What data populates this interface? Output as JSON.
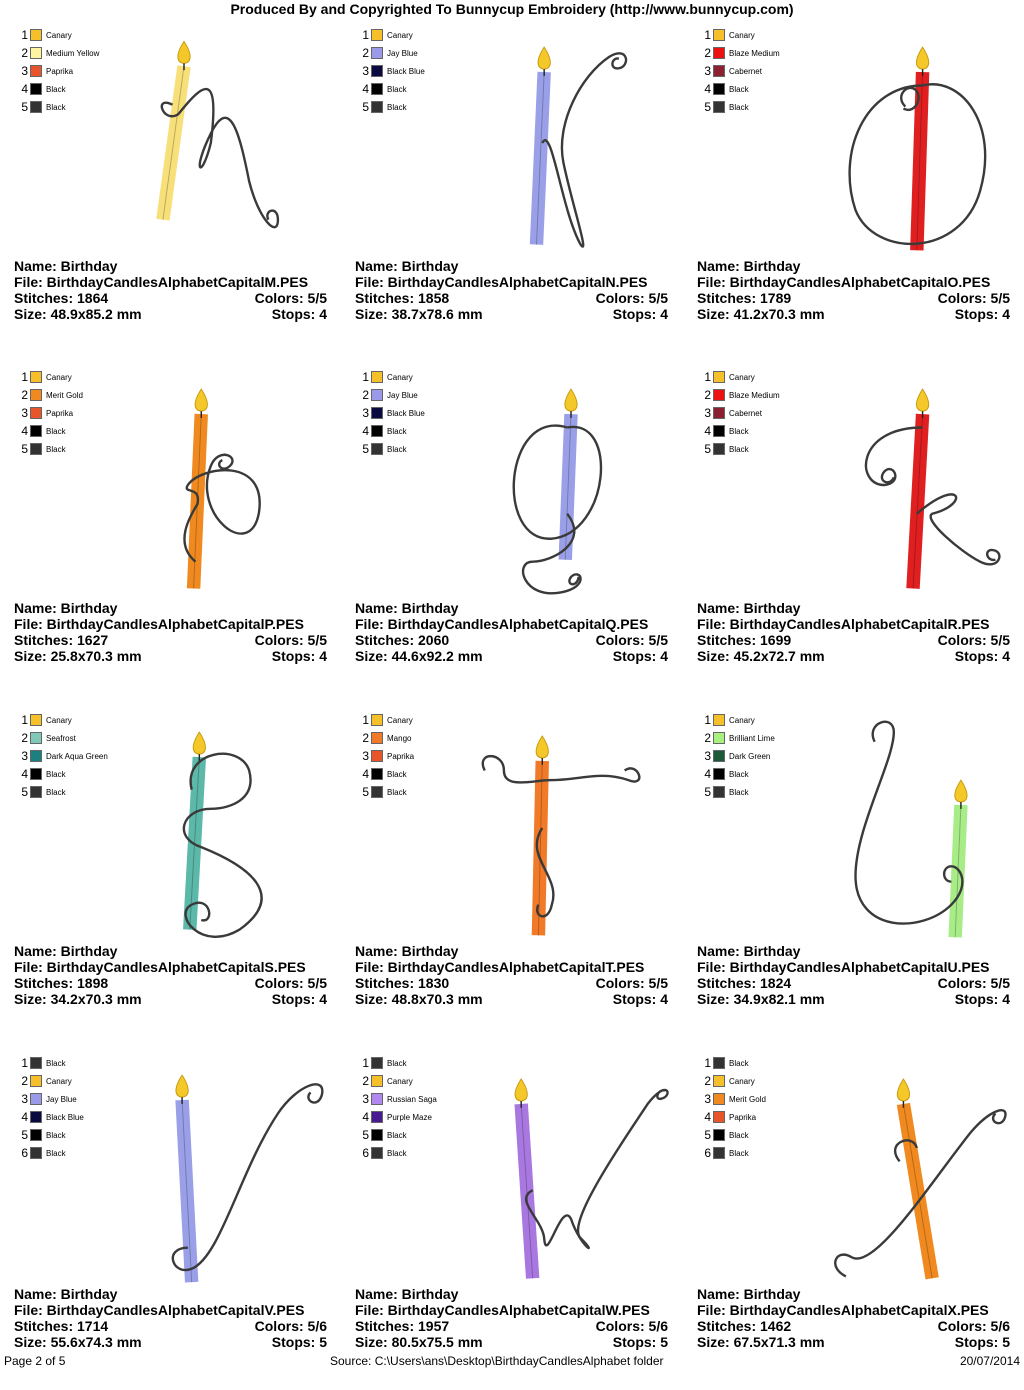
{
  "header": "Produced By and Copyrighted To Bunnycup Embroidery (http://www.bunnycup.com)",
  "footer": {
    "page": "Page 2 of 5",
    "source": "Source: C:\\Users\\ans\\Desktop\\BirthdayCandlesAlphabet folder",
    "date": "20/07/2014"
  },
  "designs": [
    {
      "letter": "M",
      "name": "Name: Birthday",
      "file": "File: BirthdayCandlesAlphabetCapitalM.PES",
      "stitches": "Stitches: 1864",
      "colors": "Colors: 5/5",
      "size": "Size: 48.9x85.2 mm",
      "stops": "Stops: 4",
      "candle_color": "#f7e07a",
      "legend": [
        {
          "n": "1",
          "name": "Canary",
          "hex": "#f5c02a"
        },
        {
          "n": "2",
          "name": "Medium Yellow",
          "hex": "#fff4a0"
        },
        {
          "n": "3",
          "name": "Paprika",
          "hex": "#e8552a"
        },
        {
          "n": "4",
          "name": "Black",
          "hex": "#000000"
        },
        {
          "n": "5",
          "name": "Black",
          "hex": "#333333"
        }
      ]
    },
    {
      "letter": "N",
      "name": "Name: Birthday",
      "file": "File: BirthdayCandlesAlphabetCapitalN.PES",
      "stitches": "Stitches: 1858",
      "colors": "Colors: 5/5",
      "size": "Size: 38.7x78.6 mm",
      "stops": "Stops: 4",
      "candle_color": "#9aa0e8",
      "legend": [
        {
          "n": "1",
          "name": "Canary",
          "hex": "#f5c02a"
        },
        {
          "n": "2",
          "name": "Jay Blue",
          "hex": "#9a9ae8"
        },
        {
          "n": "3",
          "name": "Black Blue",
          "hex": "#0a0a40"
        },
        {
          "n": "4",
          "name": "Black",
          "hex": "#000000"
        },
        {
          "n": "5",
          "name": "Black",
          "hex": "#333333"
        }
      ]
    },
    {
      "letter": "O",
      "name": "Name: Birthday",
      "file": "File: BirthdayCandlesAlphabetCapitalO.PES",
      "stitches": "Stitches: 1789",
      "colors": "Colors: 5/5",
      "size": "Size: 41.2x70.3 mm",
      "stops": "Stops: 4",
      "candle_color": "#e02020",
      "legend": [
        {
          "n": "1",
          "name": "Canary",
          "hex": "#f5c02a"
        },
        {
          "n": "2",
          "name": "Blaze Medium",
          "hex": "#ee1111"
        },
        {
          "n": "3",
          "name": "Cabernet",
          "hex": "#8a2030"
        },
        {
          "n": "4",
          "name": "Black",
          "hex": "#000000"
        },
        {
          "n": "5",
          "name": "Black",
          "hex": "#333333"
        }
      ]
    },
    {
      "letter": "P",
      "name": "Name: Birthday",
      "file": "File: BirthdayCandlesAlphabetCapitalP.PES",
      "stitches": "Stitches: 1627",
      "colors": "Colors: 5/5",
      "size": "Size: 25.8x70.3 mm",
      "stops": "Stops: 4",
      "candle_color": "#f08a20",
      "legend": [
        {
          "n": "1",
          "name": "Canary",
          "hex": "#f5c02a"
        },
        {
          "n": "2",
          "name": "Merit Gold",
          "hex": "#f08a20"
        },
        {
          "n": "3",
          "name": "Paprika",
          "hex": "#e8552a"
        },
        {
          "n": "4",
          "name": "Black",
          "hex": "#000000"
        },
        {
          "n": "5",
          "name": "Black",
          "hex": "#333333"
        }
      ]
    },
    {
      "letter": "Q",
      "name": "Name: Birthday",
      "file": "File: BirthdayCandlesAlphabetCapitalQ.PES",
      "stitches": "Stitches: 2060",
      "colors": "Colors: 5/5",
      "size": "Size: 44.6x92.2 mm",
      "stops": "Stops: 4",
      "candle_color": "#9aa0e8",
      "legend": [
        {
          "n": "1",
          "name": "Canary",
          "hex": "#f5c02a"
        },
        {
          "n": "2",
          "name": "Jay Blue",
          "hex": "#9a9ae8"
        },
        {
          "n": "3",
          "name": "Black Blue",
          "hex": "#0a0a40"
        },
        {
          "n": "4",
          "name": "Black",
          "hex": "#000000"
        },
        {
          "n": "5",
          "name": "Black",
          "hex": "#333333"
        }
      ]
    },
    {
      "letter": "R",
      "name": "Name: Birthday",
      "file": "File: BirthdayCandlesAlphabetCapitalR.PES",
      "stitches": "Stitches: 1699",
      "colors": "Colors: 5/5",
      "size": "Size: 45.2x72.7 mm",
      "stops": "Stops: 4",
      "candle_color": "#e02020",
      "legend": [
        {
          "n": "1",
          "name": "Canary",
          "hex": "#f5c02a"
        },
        {
          "n": "2",
          "name": "Blaze Medium",
          "hex": "#ee1111"
        },
        {
          "n": "3",
          "name": "Cabernet",
          "hex": "#8a2030"
        },
        {
          "n": "4",
          "name": "Black",
          "hex": "#000000"
        },
        {
          "n": "5",
          "name": "Black",
          "hex": "#333333"
        }
      ]
    },
    {
      "letter": "S",
      "name": "Name: Birthday",
      "file": "File: BirthdayCandlesAlphabetCapitalS.PES",
      "stitches": "Stitches: 1898",
      "colors": "Colors: 5/5",
      "size": "Size: 34.2x70.3 mm",
      "stops": "Stops: 4",
      "candle_color": "#5cb8a8",
      "legend": [
        {
          "n": "1",
          "name": "Canary",
          "hex": "#f5c02a"
        },
        {
          "n": "2",
          "name": "Seafrost",
          "hex": "#80c8b8"
        },
        {
          "n": "3",
          "name": "Dark Aqua Green",
          "hex": "#1a8080"
        },
        {
          "n": "4",
          "name": "Black",
          "hex": "#000000"
        },
        {
          "n": "5",
          "name": "Black",
          "hex": "#333333"
        }
      ]
    },
    {
      "letter": "T",
      "name": "Name: Birthday",
      "file": "File: BirthdayCandlesAlphabetCapitalT.PES",
      "stitches": "Stitches: 1830",
      "colors": "Colors: 5/5",
      "size": "Size: 48.8x70.3 mm",
      "stops": "Stops: 4",
      "candle_color": "#f07a28",
      "legend": [
        {
          "n": "1",
          "name": "Canary",
          "hex": "#f5c02a"
        },
        {
          "n": "2",
          "name": "Mango",
          "hex": "#f07a28"
        },
        {
          "n": "3",
          "name": "Paprika",
          "hex": "#e8552a"
        },
        {
          "n": "4",
          "name": "Black",
          "hex": "#000000"
        },
        {
          "n": "5",
          "name": "Black",
          "hex": "#333333"
        }
      ]
    },
    {
      "letter": "U",
      "name": "Name: Birthday",
      "file": "File: BirthdayCandlesAlphabetCapitalU.PES",
      "stitches": "Stitches: 1824",
      "colors": "Colors: 5/5",
      "size": "Size: 34.9x82.1 mm",
      "stops": "Stops: 4",
      "candle_color": "#a8ec88",
      "legend": [
        {
          "n": "1",
          "name": "Canary",
          "hex": "#f5c02a"
        },
        {
          "n": "2",
          "name": "Brilliant Lime",
          "hex": "#a8f080"
        },
        {
          "n": "3",
          "name": "Dark Green",
          "hex": "#1a5a38"
        },
        {
          "n": "4",
          "name": "Black",
          "hex": "#000000"
        },
        {
          "n": "5",
          "name": "Black",
          "hex": "#333333"
        }
      ]
    },
    {
      "letter": "V",
      "name": "Name: Birthday",
      "file": "File: BirthdayCandlesAlphabetCapitalV.PES",
      "stitches": "Stitches: 1714",
      "colors": "Colors: 5/6",
      "size": "Size: 55.6x74.3 mm",
      "stops": "Stops: 5",
      "candle_color": "#9aa0e8",
      "legend": [
        {
          "n": "1",
          "name": "Black",
          "hex": "#333333"
        },
        {
          "n": "2",
          "name": "Canary",
          "hex": "#f5c02a"
        },
        {
          "n": "3",
          "name": "Jay Blue",
          "hex": "#9a9ae8"
        },
        {
          "n": "4",
          "name": "Black Blue",
          "hex": "#0a0a40"
        },
        {
          "n": "5",
          "name": "Black",
          "hex": "#000000"
        },
        {
          "n": "6",
          "name": "Black",
          "hex": "#333333"
        }
      ]
    },
    {
      "letter": "W",
      "name": "Name: Birthday",
      "file": "File: BirthdayCandlesAlphabetCapitalW.PES",
      "stitches": "Stitches: 1957",
      "colors": "Colors: 5/6",
      "size": "Size: 80.5x75.5 mm",
      "stops": "Stops: 5",
      "candle_color": "#a878e0",
      "legend": [
        {
          "n": "1",
          "name": "Black",
          "hex": "#333333"
        },
        {
          "n": "2",
          "name": "Canary",
          "hex": "#f5c02a"
        },
        {
          "n": "3",
          "name": "Russian Saga",
          "hex": "#b088f0"
        },
        {
          "n": "4",
          "name": "Purple Maze",
          "hex": "#4a1a90"
        },
        {
          "n": "5",
          "name": "Black",
          "hex": "#000000"
        },
        {
          "n": "6",
          "name": "Black",
          "hex": "#333333"
        }
      ]
    },
    {
      "letter": "X",
      "name": "Name: Birthday",
      "file": "File: BirthdayCandlesAlphabetCapitalX.PES",
      "stitches": "Stitches: 1462",
      "colors": "Colors: 5/6",
      "size": "Size: 67.5x71.3 mm",
      "stops": "Stops: 5",
      "candle_color": "#f08a20",
      "legend": [
        {
          "n": "1",
          "name": "Black",
          "hex": "#333333"
        },
        {
          "n": "2",
          "name": "Canary",
          "hex": "#f5c02a"
        },
        {
          "n": "3",
          "name": "Merit Gold",
          "hex": "#f08a20"
        },
        {
          "n": "4",
          "name": "Paprika",
          "hex": "#e8552a"
        },
        {
          "n": "5",
          "name": "Black",
          "hex": "#000000"
        },
        {
          "n": "6",
          "name": "Black",
          "hex": "#333333"
        }
      ]
    }
  ]
}
